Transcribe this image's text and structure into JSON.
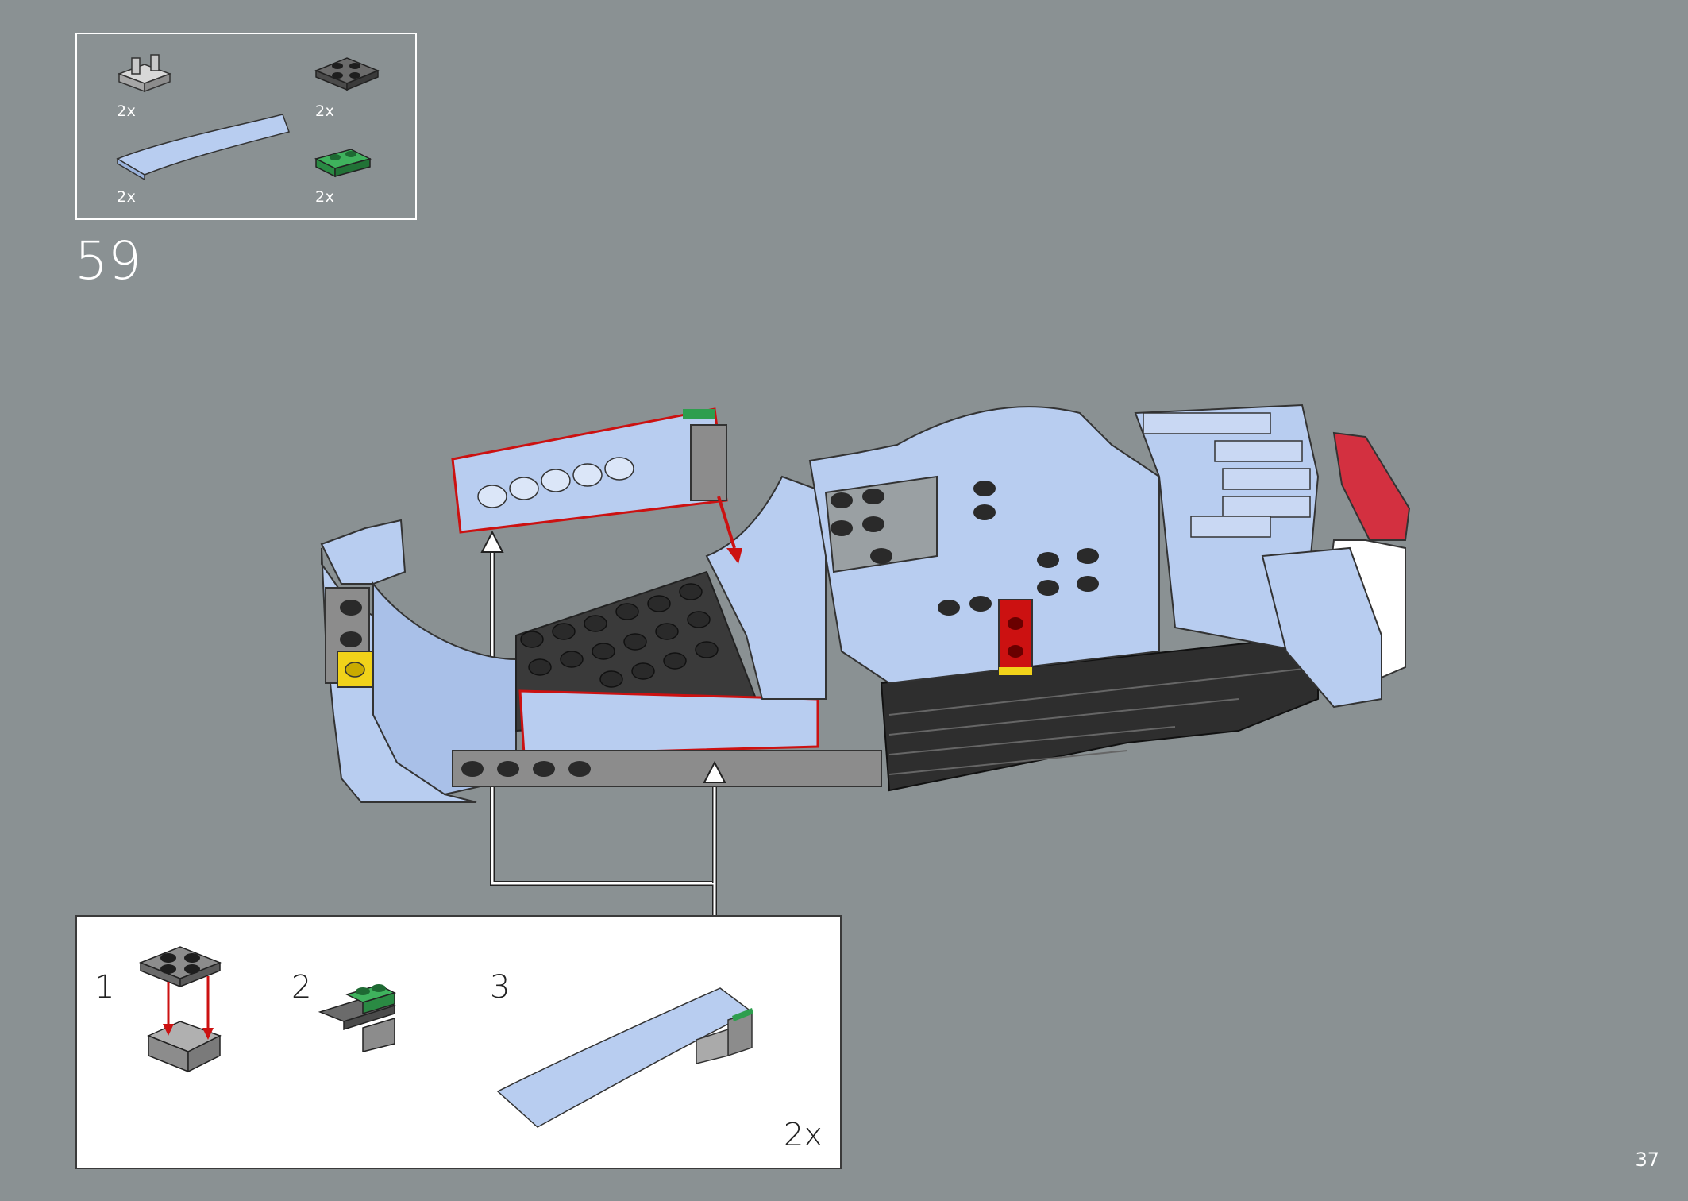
{
  "step": {
    "number": "59"
  },
  "parts": [
    {
      "name": "gray clip bracket",
      "qty": "2x",
      "color": "#9a9a9a"
    },
    {
      "name": "dark gray 2x2 plate",
      "qty": "2x",
      "color": "#5a5a5a"
    },
    {
      "name": "light blue curved slope",
      "qty": "2x",
      "color": "#b8cdf0"
    },
    {
      "name": "green 1x2 plate",
      "qty": "2x",
      "color": "#2e9e4e"
    }
  ],
  "subassembly": {
    "steps": [
      "1",
      "2",
      "3"
    ],
    "multiplier": "2x"
  },
  "page": {
    "number": "37"
  },
  "colors": {
    "background": "#8a9193",
    "light_blue": "#b8cdf0",
    "black": "#2a2a2a",
    "highlight_red": "#cc1111",
    "green": "#2e9e4e",
    "yellow": "#f1d21a"
  }
}
